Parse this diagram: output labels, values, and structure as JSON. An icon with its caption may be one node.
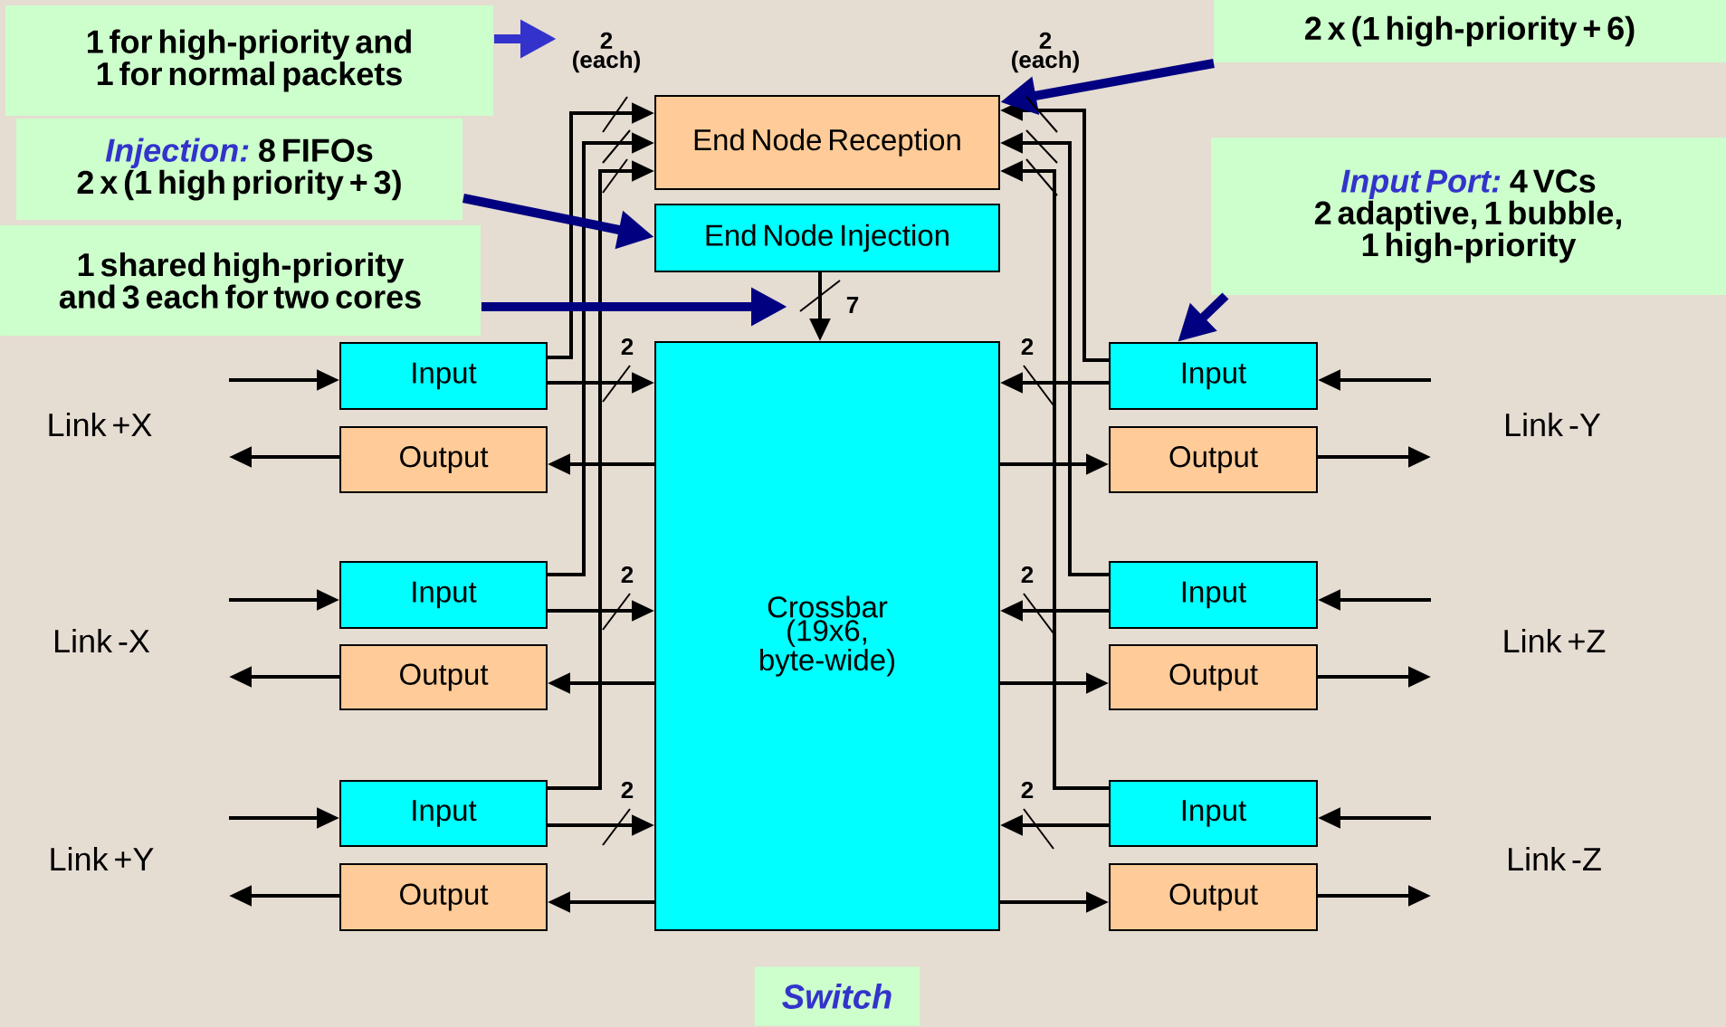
{
  "diagram": {
    "caption": "Switch",
    "nodes": [
      {
        "text": [
          "1 for high-priority and 1 for normal packets"
        ]
      },
      {
        "text": [
          "Injection:",
          "8 FIFOs",
          "2 x (1 high priority + 3)"
        ]
      },
      {
        "text": [
          "1 shared high-priority and 3 each for two cores"
        ]
      },
      {
        "text": [
          "2 x (1 high-priority + 6)"
        ]
      },
      {
        "text": [
          "Input Port:",
          "4 VCs",
          "2 adaptive, 1 bubble, 1 high-priority"
        ]
      },
      {
        "text": [
          "End Node Reception"
        ]
      },
      {
        "text": [
          "End Node Injection"
        ]
      },
      {
        "text": [
          "Crossbar (19x6, byte-wide)"
        ]
      },
      {
        "text": [
          "Input"
        ]
      },
      {
        "text": [
          "Output"
        ]
      },
      {
        "text": [
          "Input"
        ]
      },
      {
        "text": [
          "Output"
        ]
      },
      {
        "text": [
          "Input"
        ]
      },
      {
        "text": [
          "Output"
        ]
      },
      {
        "text": [
          "Input"
        ]
      },
      {
        "text": [
          "Output"
        ]
      },
      {
        "text": [
          "Input"
        ]
      },
      {
        "text": [
          "Output"
        ]
      },
      {
        "text": [
          "Input"
        ]
      },
      {
        "text": [
          "Output"
        ]
      }
    ],
    "edges": [
      {
        "from": 6,
        "to": 7,
        "arrow": "to",
        "label": "7"
      },
      {
        "from": 8,
        "to": 7,
        "arrow": "to",
        "label": "2"
      },
      {
        "from": 10,
        "to": 7,
        "arrow": "to",
        "label": "2"
      },
      {
        "from": 12,
        "to": 7,
        "arrow": "to",
        "label": "2"
      },
      {
        "from": 14,
        "to": 7,
        "arrow": "to",
        "label": "2"
      },
      {
        "from": 16,
        "to": 7,
        "arrow": "to",
        "label": "2"
      },
      {
        "from": 18,
        "to": 7,
        "arrow": "to",
        "label": "2"
      },
      {
        "from": 7,
        "to": 9,
        "arrow": "to"
      },
      {
        "from": 7,
        "to": 11,
        "arrow": "to"
      },
      {
        "from": 7,
        "to": 13,
        "arrow": "to"
      },
      {
        "from": 7,
        "to": 15,
        "arrow": "to"
      },
      {
        "from": 7,
        "to": 17,
        "arrow": "to"
      },
      {
        "from": 7,
        "to": 19,
        "arrow": "to"
      },
      {
        "from": 8,
        "to": 5,
        "arrow": "to"
      },
      {
        "from": 10,
        "to": 5,
        "arrow": "to"
      },
      {
        "from": 12,
        "to": 5,
        "arrow": "to"
      },
      {
        "from": 14,
        "to": 5,
        "arrow": "to"
      },
      {
        "from": 16,
        "to": 5,
        "arrow": "to"
      },
      {
        "from": 18,
        "to": 5,
        "arrow": "to"
      },
      {
        "from": null,
        "to": 8,
        "arrow": "to"
      },
      {
        "from": 9,
        "to": null,
        "arrow": "to"
      },
      {
        "from": null,
        "to": 10,
        "arrow": "to"
      },
      {
        "from": 11,
        "to": null,
        "arrow": "to"
      },
      {
        "from": null,
        "to": 12,
        "arrow": "to"
      },
      {
        "from": 13,
        "to": null,
        "arrow": "to"
      },
      {
        "from": null,
        "to": 14,
        "arrow": "to"
      },
      {
        "from": 15,
        "to": null,
        "arrow": "to"
      },
      {
        "from": null,
        "to": 16,
        "arrow": "to"
      },
      {
        "from": 17,
        "to": null,
        "arrow": "to"
      },
      {
        "from": null,
        "to": 18,
        "arrow": "to"
      },
      {
        "from": 19,
        "to": null,
        "arrow": "to"
      },
      {
        "from": 0,
        "to": null,
        "arrow": "to",
        "style": "thick",
        "color": "#3333cc"
      },
      {
        "from": 1,
        "to": 6,
        "arrow": "to",
        "style": "thick",
        "color": "#000080"
      },
      {
        "from": 2,
        "to": null,
        "arrow": "to",
        "style": "thick",
        "color": "#000080"
      },
      {
        "from": 3,
        "to": 5,
        "arrow": "to",
        "style": "thick",
        "color": "#000080"
      },
      {
        "from": 4,
        "to": 14,
        "arrow": "to",
        "style": "thick",
        "color": "#000080"
      }
    ],
    "labels": [
      "2 (each)",
      "2 (each)",
      "Link +X",
      "Link -Y",
      "Link -X",
      "Link +Z",
      "Link +Y",
      "Link -Z"
    ]
  }
}
